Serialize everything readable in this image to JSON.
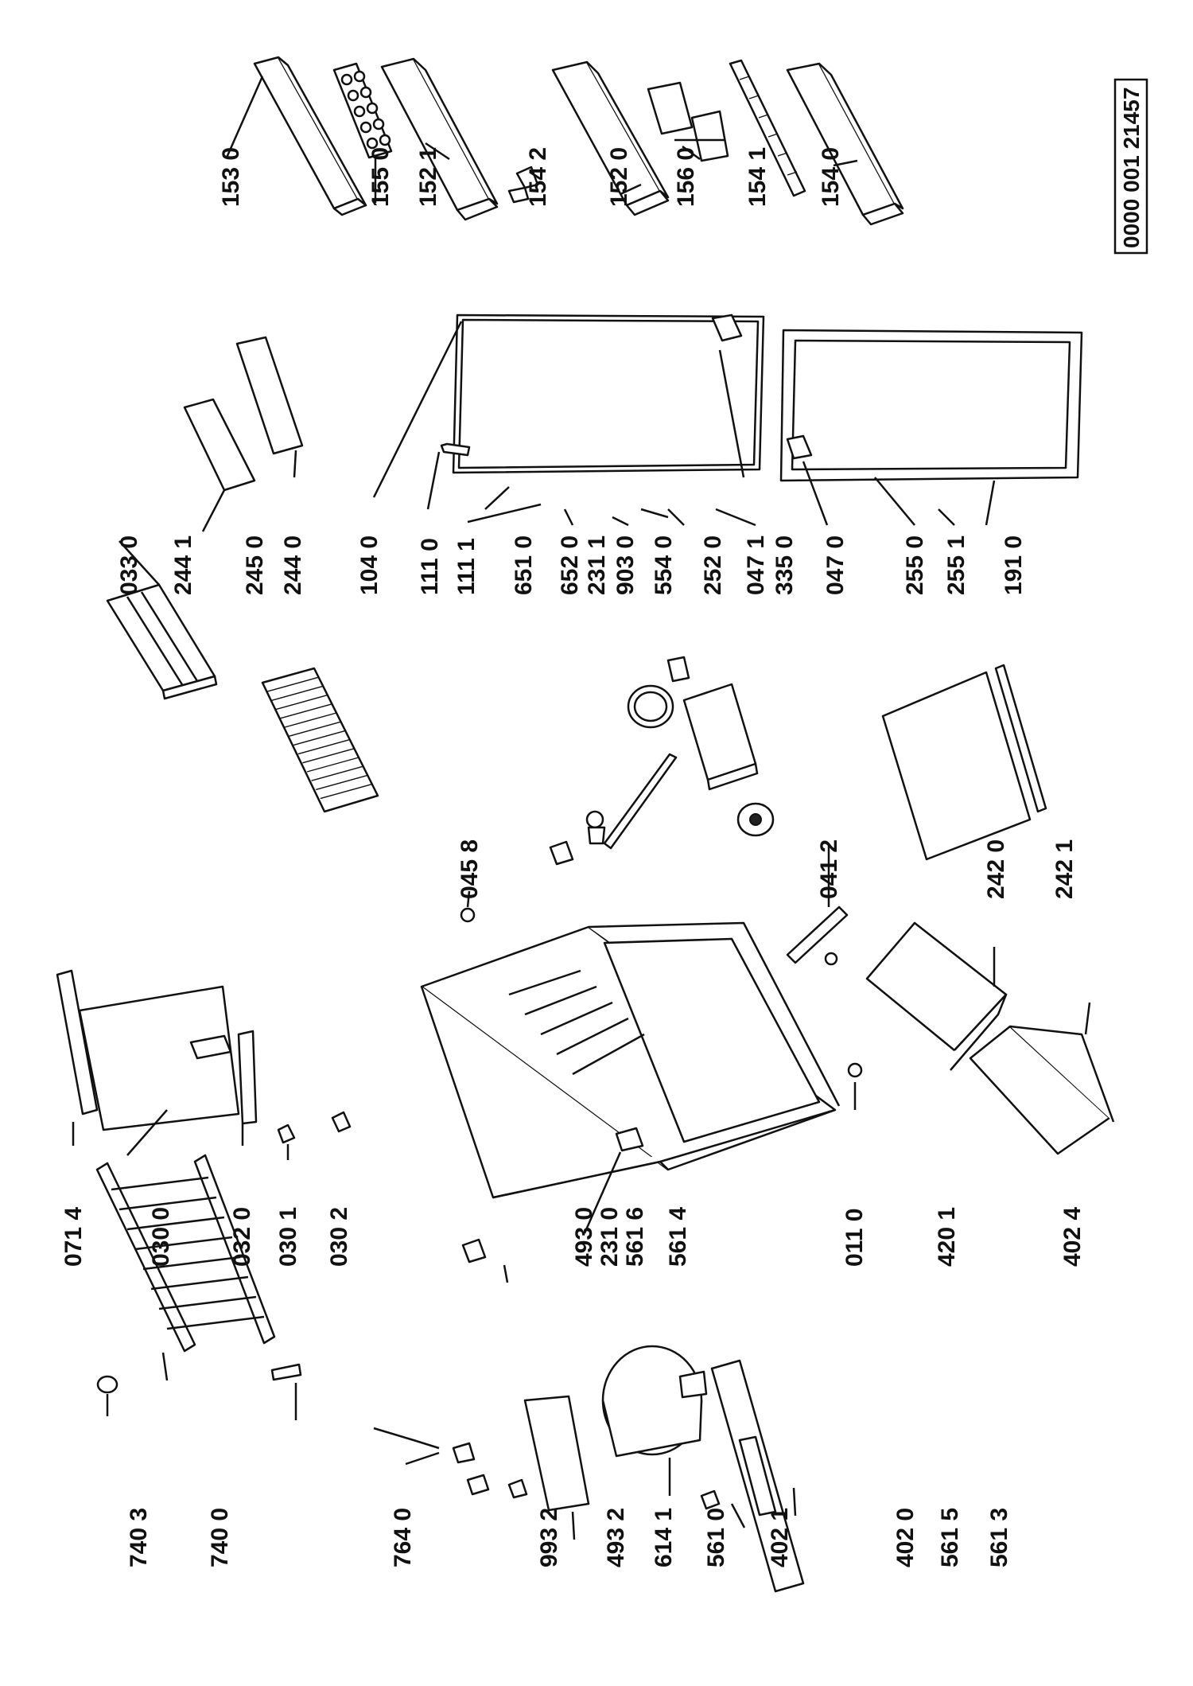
{
  "document_number": "0000 001 21457",
  "labels": {
    "p1530": "153 0",
    "p1550": "155 0",
    "p1521": "152 1",
    "p1542": "154 2",
    "p1520": "152 0",
    "p1560": "156 0",
    "p1541": "154 1",
    "p1540": "154 0",
    "p0330": "033 0",
    "p2441": "244 1",
    "p2450": "245 0",
    "p2440": "244 0",
    "p1040": "104 0",
    "p1110": "111 0",
    "p1111": "111 1",
    "p6510": "651 0",
    "p6520": "652 0",
    "p2311": "231 1",
    "p9030": "903 0",
    "p5540": "554 0",
    "p2520": "252 0",
    "p0471": "047 1",
    "p3350": "335 0",
    "p0470": "047 0",
    "p2550": "255 0",
    "p2551": "255 1",
    "p1910": "191 0",
    "p0458": "045 8",
    "p0412": "041 2",
    "p2420": "242 0",
    "p2421": "242 1",
    "p0714": "071 4",
    "p0300": "030 0",
    "p0320": "032 0",
    "p0301": "030 1",
    "p0302": "030 2",
    "p4930": "493 0",
    "p2310": "231 0",
    "p5616": "561 6",
    "p5614": "561 4",
    "p0110": "011 0",
    "p4201": "420 1",
    "p4024": "402 4",
    "p7403": "740 3",
    "p7400": "740 0",
    "p7640": "764 0",
    "p9932": "993 2",
    "p4932": "493 2",
    "p6141": "614 1",
    "p5610": "561 0",
    "p4021": "402 1",
    "p4020": "402 0",
    "p5615": "561 5",
    "p5613": "561 3"
  }
}
